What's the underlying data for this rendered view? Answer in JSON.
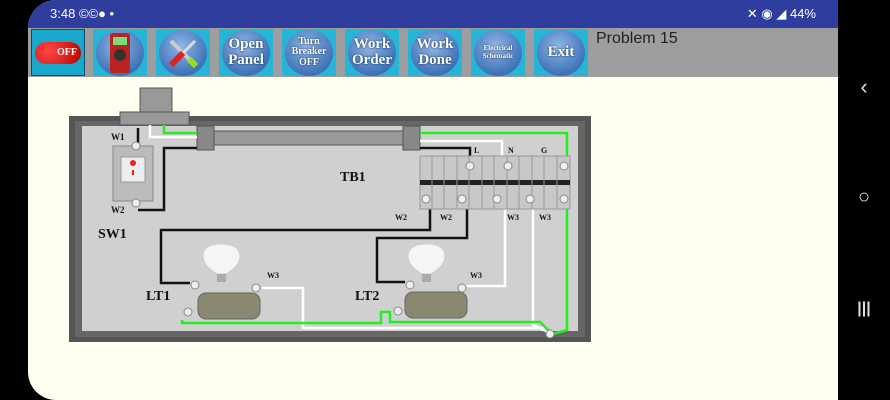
{
  "status_bar": {
    "time": "3:48",
    "left_icons": "©©● •",
    "right_icons": "✕ ◉ ◢",
    "battery": "44%"
  },
  "toolbar": {
    "off_label": "OFF",
    "buttons": [
      {
        "label": "Open\nPanel"
      },
      {
        "label": "Turn\nBreaker\nOFF"
      },
      {
        "label": "Work\nOrder"
      },
      {
        "label": "Work\nDone"
      },
      {
        "label": "Electrical\nSchematic"
      },
      {
        "label": "Exit"
      }
    ],
    "problem": "Problem 15"
  },
  "diagram": {
    "tb1": "TB1",
    "sw1": "SW1",
    "lt1": "LT1",
    "lt2": "LT2",
    "w1": "W1",
    "w2": "W2",
    "w3": "W3",
    "term_l": "L",
    "term_n": "N",
    "term_g": "G"
  },
  "nav": {
    "back": "‹",
    "home": "○",
    "recents": "|||"
  }
}
